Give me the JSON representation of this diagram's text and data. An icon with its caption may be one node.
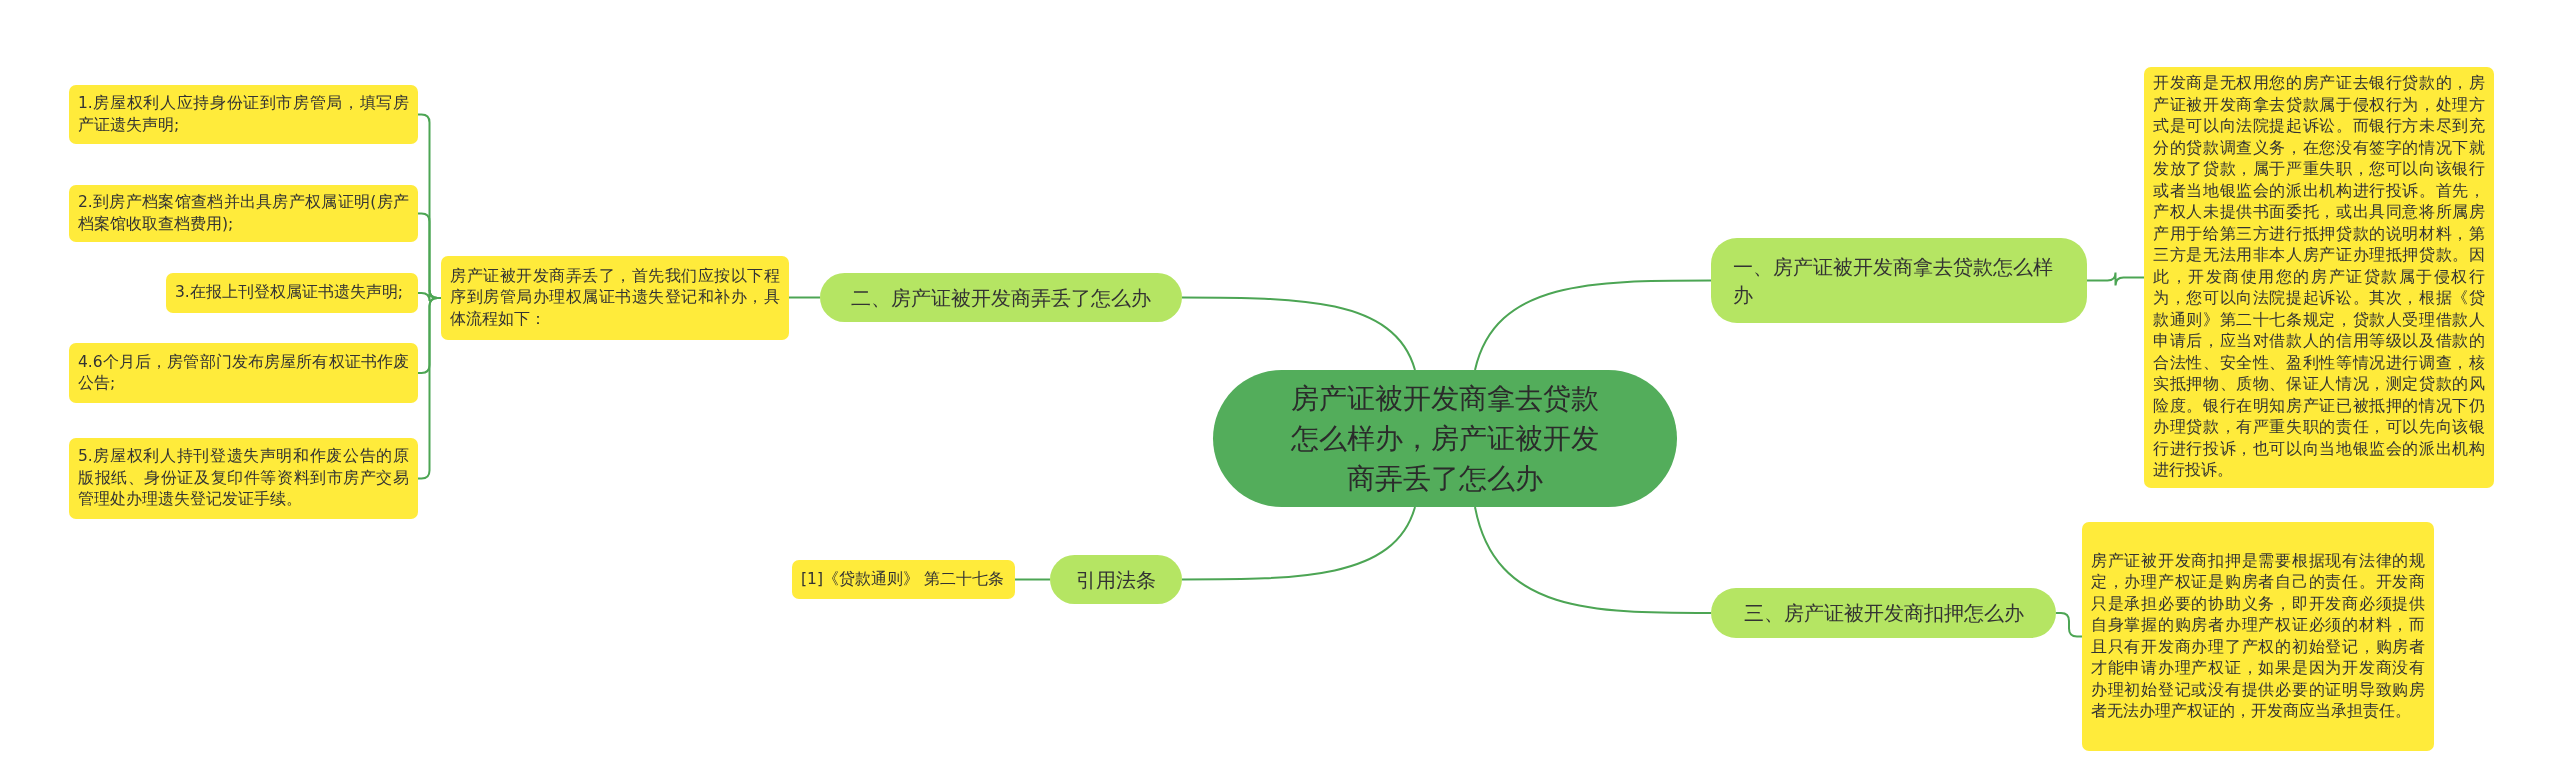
{
  "diagram": {
    "nodes": [
      {
        "text": [
          "房产证被开发商拿去贷款怎么样办，房产证被开发商弄丢了怎么办"
        ]
      },
      {
        "text": [
          "一、房产证被开发商拿去贷款怎么样办"
        ]
      },
      {
        "text": [
          "开发商是无权用您的房产证去银行贷款的，房产证被开发商拿去贷款属于侵权行为，处理方式是可以向法院提起诉讼。而银行方未尽到充分的贷款调查义务，在您没有签字的情况下就发放了贷款，属于严重失职，您可以向该银行或者当地银监会的派出机构进行投诉。首先，产权人未提供书面委托，或出具同意将所属房产用于给第三方进行抵押贷款的说明材料，第三方是无法用非本人房产证办理抵押贷款。因此，开发商使用您的房产证贷款属于侵权行为，您可以向法院提起诉讼。其次，根据《贷款通则》第二十七条规定，贷款人受理借款人申请后，应当对借款人的信用等级以及借款的合法性、安全性、盈利性等情况进行调查，核实抵押物、质物、保证人情况，测定贷款的风险度。银行在明知房产证已被抵押的情况下仍办理贷款，有严重失职的责任，可以先向该银行进行投诉，也可以向当地银监会的派出机构进行投诉。"
        ]
      },
      {
        "text": [
          "三、房产证被开发商扣押怎么办"
        ]
      },
      {
        "text": [
          "房产证被开发商扣押是需要根据现有法律的规定，办理产权证是购房者自己的责任。开发商只是承担必要的协助义务，即开发商必须提供自身掌握的购房者办理产权证必须的材料，而且只有开发商办理了产权的初始登记，购房者才能申请办理产权证，如果是因为开发商没有办理初始登记或没有提供必要的证明导致购房者无法办理产权证的，开发商应当承担责任。"
        ]
      },
      {
        "text": [
          "二、房产证被开发商弄丢了怎么办"
        ]
      },
      {
        "text": [
          "房产证被开发商弄丢了，首先我们应按以下程序到房管局办理权属证书遗失登记和补办，具体流程如下："
        ]
      },
      {
        "text": [
          "1.房屋权利人应持身份证到市房管局，填写房产证遗失声明;"
        ]
      },
      {
        "text": [
          "2.到房产档案馆查档并出具房产权属证明(房产档案馆收取查档费用);"
        ]
      },
      {
        "text": [
          "3.在报上刊登权属证书遗失声明;"
        ]
      },
      {
        "text": [
          "4.6个月后，房管部门发布房屋所有权证书作废公告;"
        ]
      },
      {
        "text": [
          "5.房屋权利人持刊登遗失声明和作废公告的原版报纸、身份证及复印件等资料到市房产交易管理处办理遗失登记发证手续。"
        ]
      },
      {
        "text": [
          "引用法条"
        ]
      },
      {
        "text": [
          "[1]《贷款通则》 第二十七条"
        ]
      }
    ],
    "edges": [
      {
        "from": 0,
        "to": 1,
        "arrow": "none"
      },
      {
        "from": 1,
        "to": 2,
        "arrow": "none"
      },
      {
        "from": 0,
        "to": 3,
        "arrow": "none"
      },
      {
        "from": 3,
        "to": 4,
        "arrow": "none"
      },
      {
        "from": 0,
        "to": 5,
        "arrow": "none"
      },
      {
        "from": 5,
        "to": 6,
        "arrow": "none"
      },
      {
        "from": 6,
        "to": 7,
        "arrow": "none"
      },
      {
        "from": 6,
        "to": 8,
        "arrow": "none"
      },
      {
        "from": 6,
        "to": 9,
        "arrow": "none"
      },
      {
        "from": 6,
        "to": 10,
        "arrow": "none"
      },
      {
        "from": 6,
        "to": 11,
        "arrow": "none"
      },
      {
        "from": 0,
        "to": 12,
        "arrow": "none"
      },
      {
        "from": 12,
        "to": 13,
        "arrow": "none"
      }
    ]
  }
}
